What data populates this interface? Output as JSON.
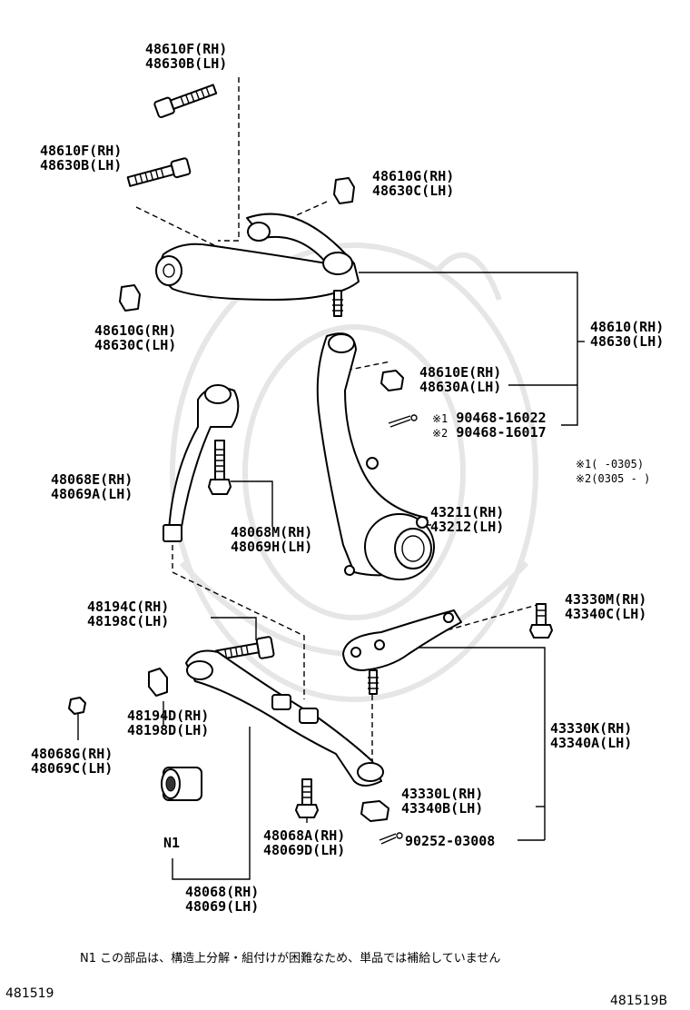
{
  "labels": {
    "bolt_top": [
      "48610F(RH)",
      "48630B(LH)"
    ],
    "bolt_left": [
      "48610F(RH)",
      "48630B(LH)"
    ],
    "bushing_right": [
      "48610G(RH)",
      "48630C(LH)"
    ],
    "bushing_left": [
      "48610G(RH)",
      "48630C(LH)"
    ],
    "upper_arm": [
      "48610(RH)",
      "48630(LH)"
    ],
    "upper_nut": [
      "48610E(RH)",
      "48630A(LH)"
    ],
    "pin1": "90468-16022",
    "pin2": "90468-16017",
    "pin1_mark": "※1",
    "pin2_mark": "※2",
    "note1": "※1(      -0305)",
    "note2": "※2(0305 -     )",
    "strut_rod_end": [
      "48068E(RH)",
      "48069A(LH)"
    ],
    "strut_bolt": [
      "48068M(RH)",
      "48069H(LH)"
    ],
    "knuckle": [
      "43211(RH)",
      "43212(LH)"
    ],
    "front_bushing": [
      "48194C(RH)",
      "48198C(LH)"
    ],
    "lower_bushing": [
      "48194D(RH)",
      "48198D(LH)"
    ],
    "nut_small": [
      "48068G(RH)",
      "48069C(LH)"
    ],
    "n1": "N1",
    "lower_arm": [
      "48068(RH)",
      "48069(LH)"
    ],
    "lower_bolt": [
      "48068A(RH)",
      "48069D(LH)"
    ],
    "ball_bolt": [
      "43330M(RH)",
      "43340C(LH)"
    ],
    "ball_joint": [
      "43330K(RH)",
      "43340A(LH)"
    ],
    "ball_nut": [
      "43330L(RH)",
      "43340B(LH)"
    ],
    "cotter_pin": "90252-03008"
  },
  "footer": {
    "note": "N1  この部品は、構造上分解・組付けが困難なため、単品では補給していません",
    "code_left": "481519",
    "code_right": "481519B"
  },
  "icons": [
    "bolt-icon",
    "nut-icon",
    "bushing-icon",
    "cotter-pin-icon",
    "ball-joint-icon",
    "steering-knuckle-icon",
    "control-arm-icon"
  ]
}
